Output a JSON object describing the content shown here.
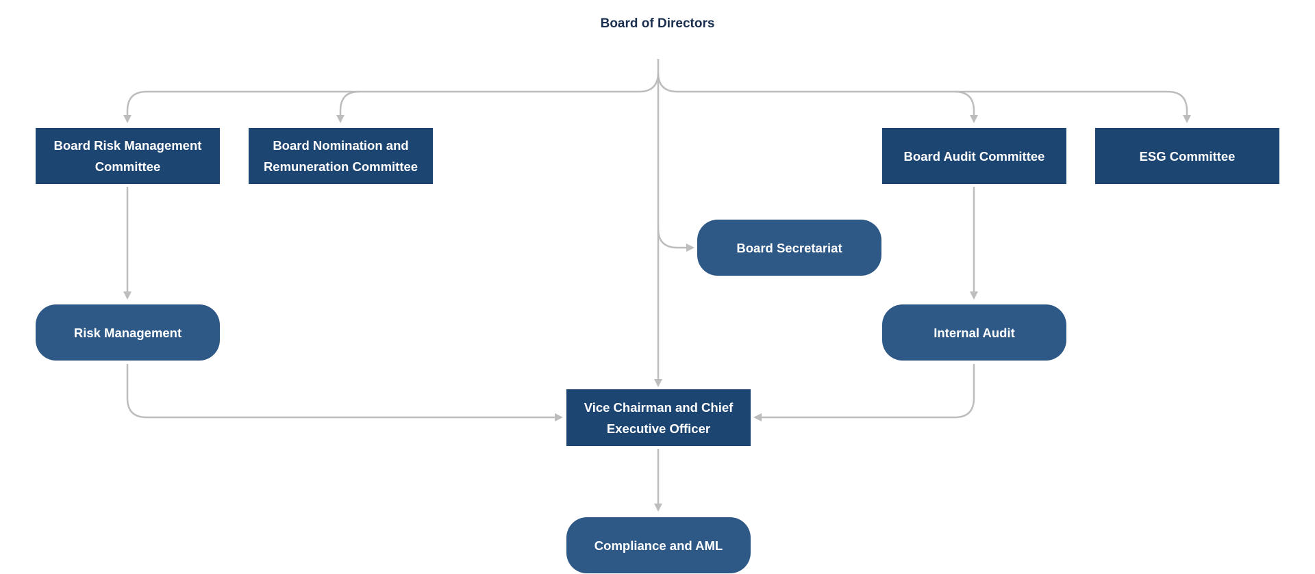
{
  "diagram": {
    "root": {
      "label": "Board of Directors"
    },
    "committees": {
      "risk_committee": "Board Risk Management Committee",
      "nomination_committee": "Board Nomination and Remuneration Committee",
      "audit_committee": "Board Audit Committee",
      "esg_committee": "ESG Committee"
    },
    "units": {
      "board_secretariat": "Board Secretariat",
      "risk_management": "Risk Management",
      "internal_audit": "Internal Audit",
      "ceo": "Vice Chairman and Chief Executive Officer",
      "compliance": "Compliance and AML"
    },
    "edges": [
      {
        "from": "Board of Directors",
        "to": "Board Risk Management Committee"
      },
      {
        "from": "Board of Directors",
        "to": "Board Nomination and Remuneration Committee"
      },
      {
        "from": "Board of Directors",
        "to": "Board Audit Committee"
      },
      {
        "from": "Board of Directors",
        "to": "ESG Committee"
      },
      {
        "from": "Board of Directors",
        "to": "Board Secretariat"
      },
      {
        "from": "Board of Directors",
        "to": "Vice Chairman and Chief Executive Officer"
      },
      {
        "from": "Board Risk Management Committee",
        "to": "Risk Management"
      },
      {
        "from": "Board Audit Committee",
        "to": "Internal Audit"
      },
      {
        "from": "Risk Management",
        "to": "Vice Chairman and Chief Executive Officer"
      },
      {
        "from": "Internal Audit",
        "to": "Vice Chairman and Chief Executive Officer"
      },
      {
        "from": "Vice Chairman and Chief Executive Officer",
        "to": "Compliance and AML"
      }
    ],
    "colors": {
      "committee_box": "#1d4571",
      "unit_box": "#2e5986",
      "connector": "#bdbdbd",
      "title_text": "#1b2f4e",
      "box_text": "#ffffff"
    }
  }
}
